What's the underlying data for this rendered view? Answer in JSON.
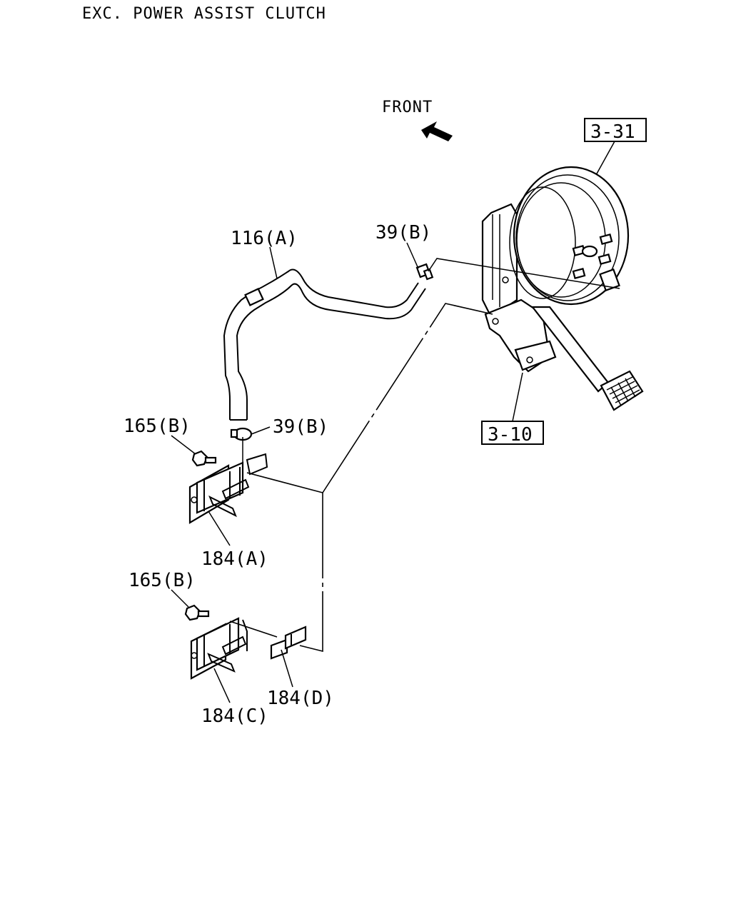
{
  "header": {
    "title": "EXC. POWER ASSIST CLUTCH"
  },
  "front_label": "FRONT",
  "refs": {
    "booster": "3-31",
    "pedal": "3-10"
  },
  "parts": {
    "hose": "116(A)",
    "clip_top": "39(B)",
    "clip_mid": "39(B)",
    "bolt_a": "165(B)",
    "bolt_c": "165(B)",
    "bracket_a": "184(A)",
    "bracket_c": "184(C)",
    "bracket_d": "184(D)"
  }
}
